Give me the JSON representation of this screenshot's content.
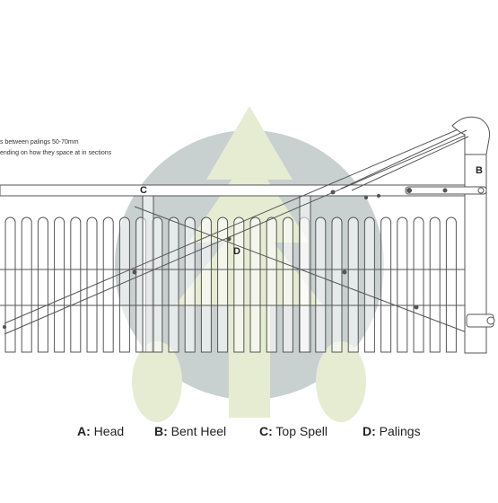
{
  "notes": [
    "s between palings 50-70mm",
    "ending on how they space at in sections"
  ],
  "part_tags": {
    "b": "B",
    "c": "C",
    "d": "D"
  },
  "legend": [
    {
      "key": "A:",
      "text": "Head"
    },
    {
      "key": "B:",
      "text": "Bent Heel"
    },
    {
      "key": "C:",
      "text": "Top Spell"
    },
    {
      "key": "D:",
      "text": "Palings"
    }
  ],
  "colors": {
    "line": "#555555",
    "logo_grey": "#c9d0d0",
    "logo_green": "#e6ecd2"
  }
}
